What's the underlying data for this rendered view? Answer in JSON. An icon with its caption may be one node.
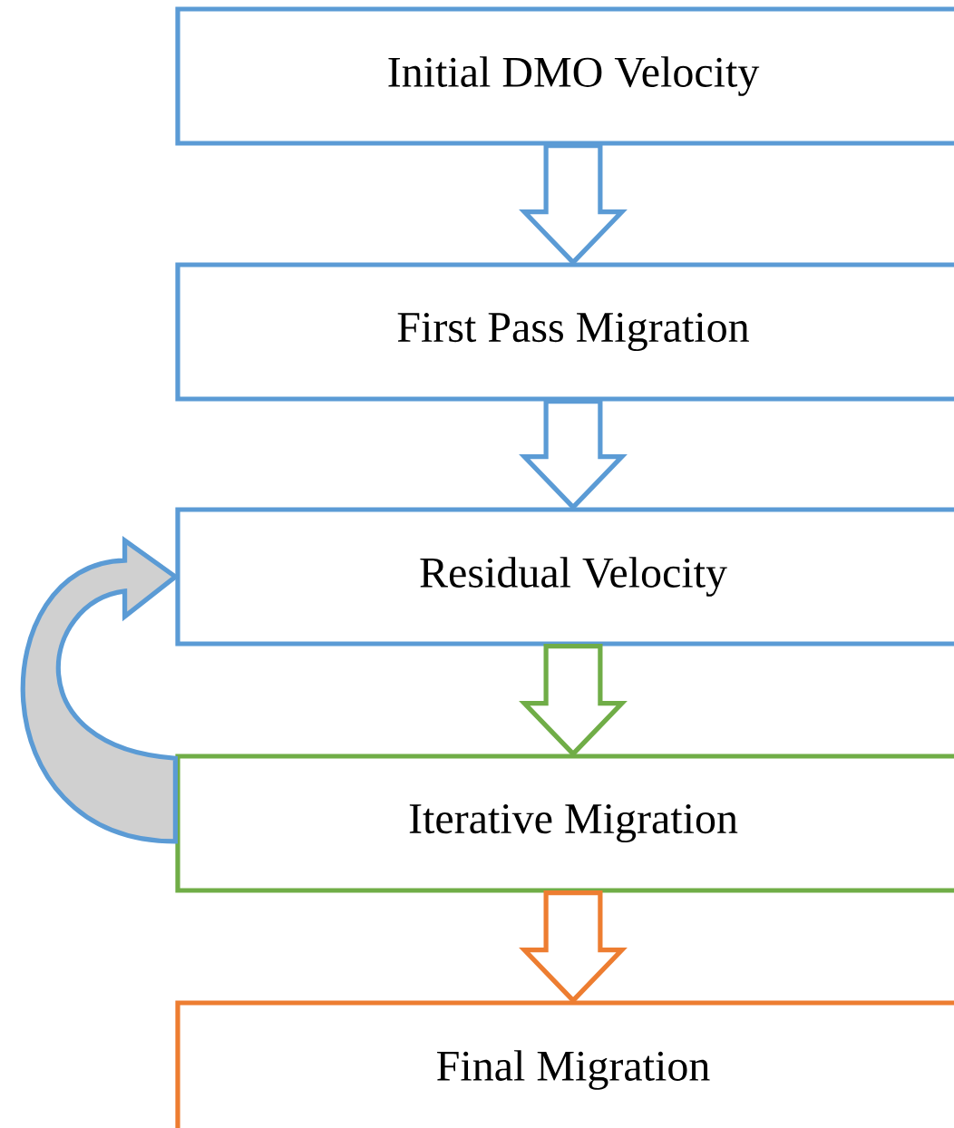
{
  "diagram": {
    "nodes": [
      {
        "text": [
          "Initial DMO Velocity"
        ]
      },
      {
        "text": [
          "First Pass Migration"
        ]
      },
      {
        "text": [
          "Residual Velocity"
        ]
      },
      {
        "text": [
          "Iterative Migration"
        ]
      },
      {
        "text": [
          "Final Migration"
        ]
      }
    ],
    "edges": [
      {
        "from": 0,
        "to": 1,
        "arrow": "to"
      },
      {
        "from": 1,
        "to": 2,
        "arrow": "to"
      },
      {
        "from": 2,
        "to": 3,
        "arrow": "to",
        "color": "#70ad47"
      },
      {
        "from": 3,
        "to": 4,
        "arrow": "to",
        "color": "#ed7d31"
      },
      {
        "from": 3,
        "to": 2,
        "arrow": "to"
      }
    ]
  }
}
